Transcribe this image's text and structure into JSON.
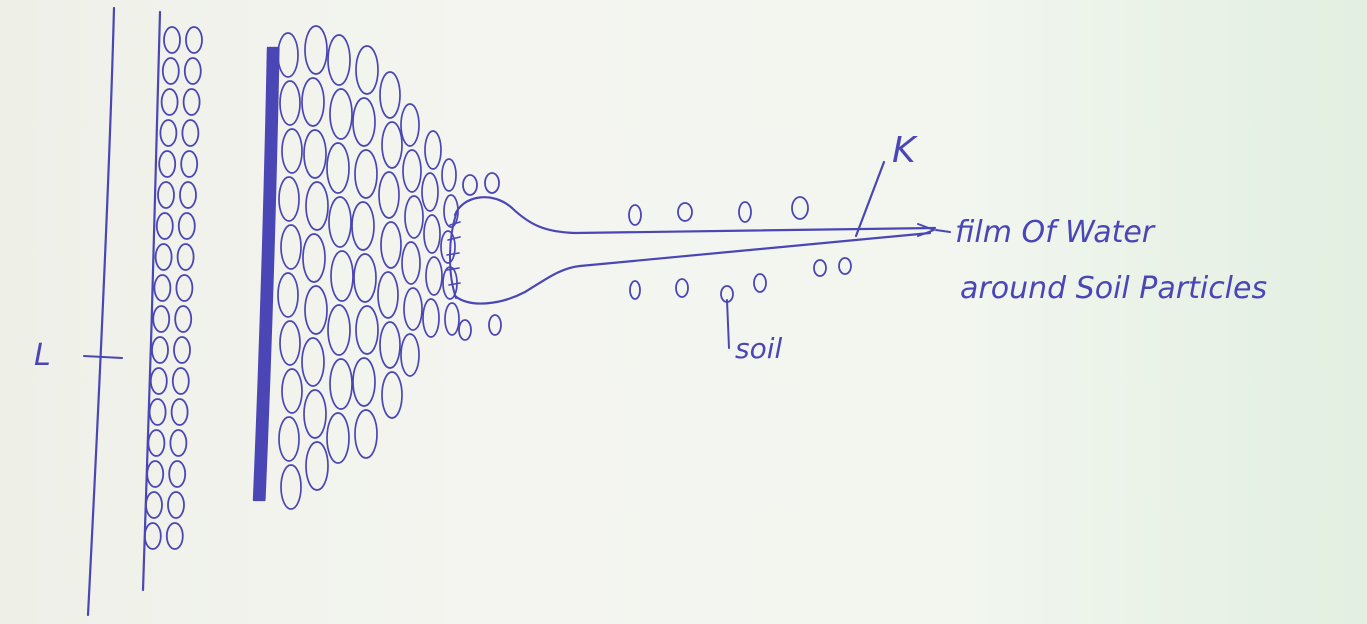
{
  "labels": {
    "L": "L",
    "K": "K",
    "soil": "soil",
    "film_line1": "film Of Water",
    "film_line2": "around Soil Particles"
  },
  "colors": {
    "ink": "#4b46b5",
    "paper": "#f2f4ee"
  }
}
